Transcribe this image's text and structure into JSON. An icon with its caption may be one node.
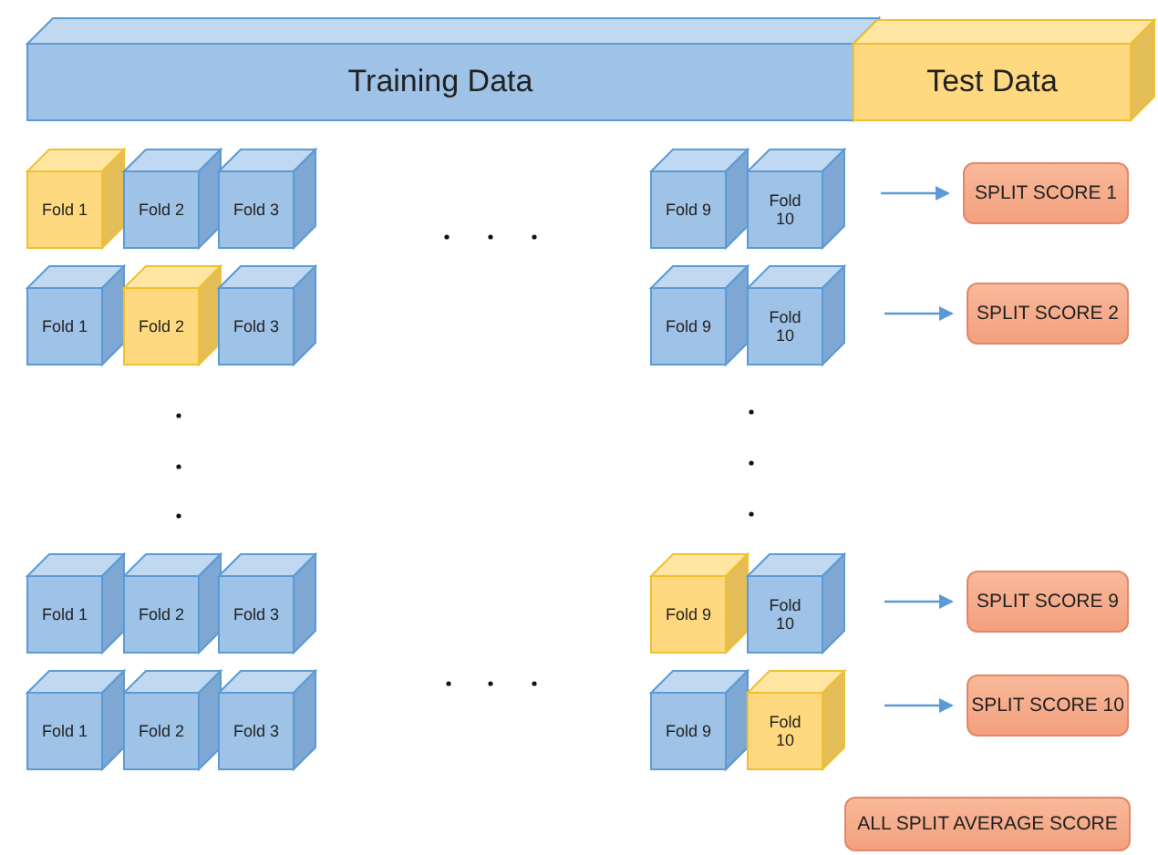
{
  "diagram": {
    "nodes": [
      {
        "text": [
          "Training Data"
        ]
      },
      {
        "text": [
          "Test Data"
        ]
      },
      {
        "text": [
          "Fold 1"
        ]
      },
      {
        "text": [
          "Fold 2"
        ]
      },
      {
        "text": [
          "Fold 3"
        ]
      },
      {
        "text": [
          "Fold 9"
        ]
      },
      {
        "text": [
          "Fold 10"
        ]
      },
      {
        "text": [
          "SPLIT SCORE 1"
        ]
      },
      {
        "text": [
          "Fold 1"
        ]
      },
      {
        "text": [
          "Fold 2"
        ]
      },
      {
        "text": [
          "Fold 3"
        ]
      },
      {
        "text": [
          "Fold 9"
        ]
      },
      {
        "text": [
          "Fold 10"
        ]
      },
      {
        "text": [
          "SPLIT SCORE 2"
        ]
      },
      {
        "text": [
          "Fold 1"
        ]
      },
      {
        "text": [
          "Fold 2"
        ]
      },
      {
        "text": [
          "Fold 3"
        ]
      },
      {
        "text": [
          "Fold 9"
        ]
      },
      {
        "text": [
          "Fold 10"
        ]
      },
      {
        "text": [
          "SPLIT SCORE 9"
        ]
      },
      {
        "text": [
          "Fold 1"
        ]
      },
      {
        "text": [
          "Fold 2"
        ]
      },
      {
        "text": [
          "Fold 3"
        ]
      },
      {
        "text": [
          "Fold 9"
        ]
      },
      {
        "text": [
          "Fold 10"
        ]
      },
      {
        "text": [
          "SPLIT SCORE 10"
        ]
      },
      {
        "text": [
          "ALL SPLIT AVERAGE SCORE"
        ]
      }
    ],
    "edges": [
      {
        "from": null,
        "to": 7,
        "arrow": "to"
      },
      {
        "from": null,
        "to": 13,
        "arrow": "to"
      },
      {
        "from": null,
        "to": 19,
        "arrow": "to"
      },
      {
        "from": null,
        "to": 25,
        "arrow": "to"
      }
    ]
  }
}
